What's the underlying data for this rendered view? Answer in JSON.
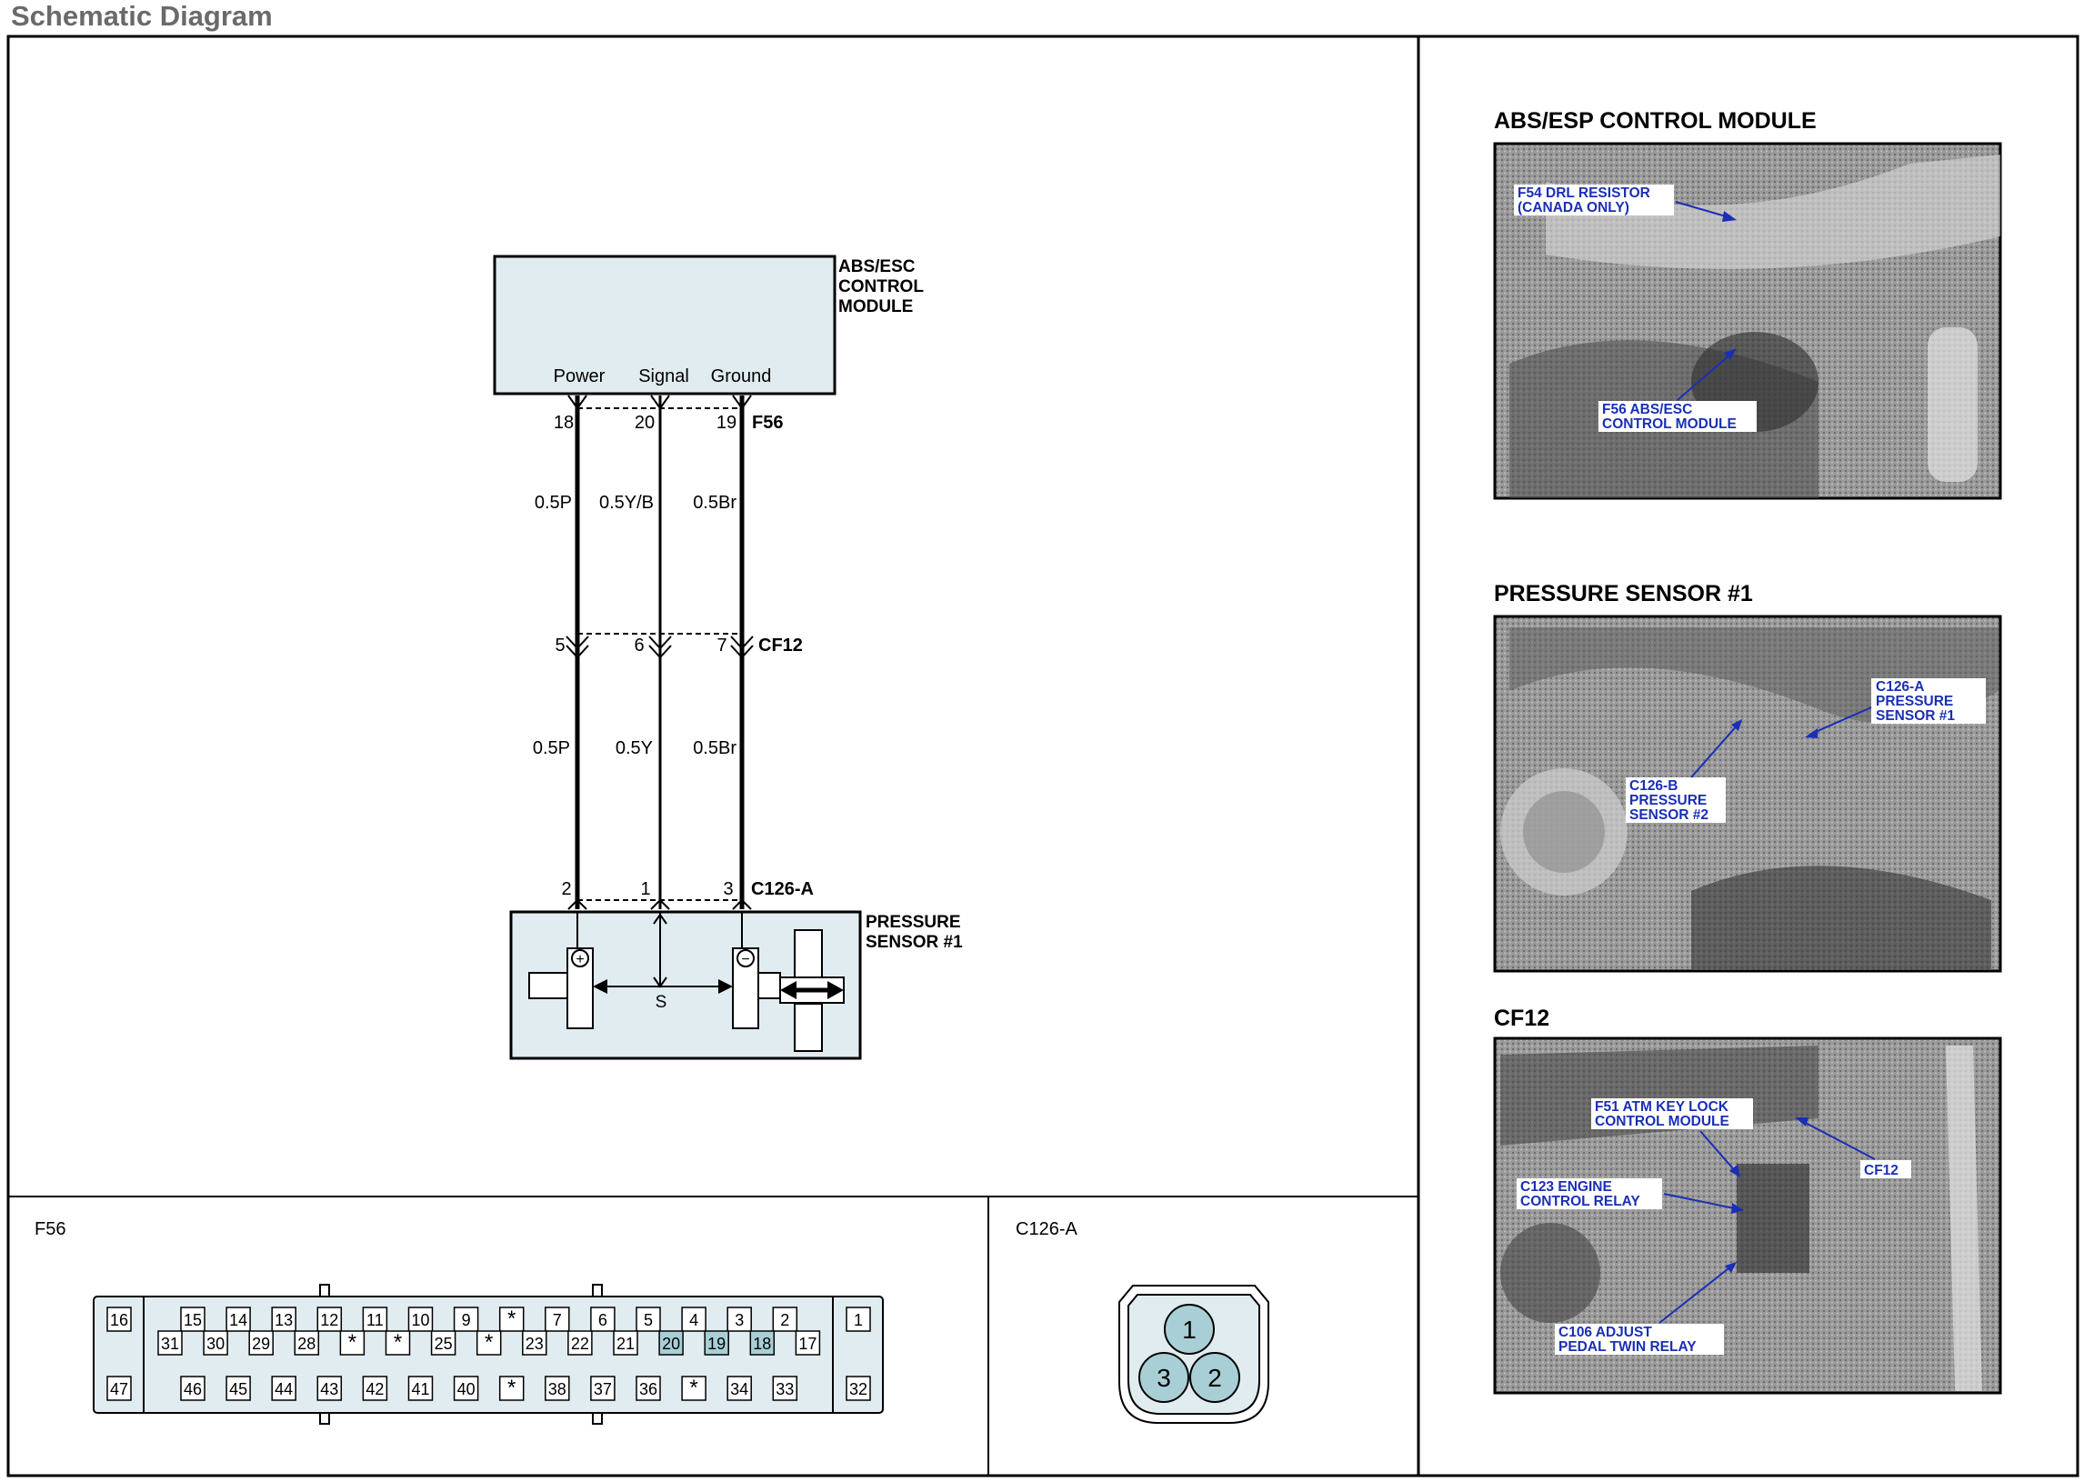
{
  "title": "Schematic Diagram",
  "module": {
    "name_lines": [
      "ABS/ESC",
      "CONTROL",
      "MODULE"
    ],
    "pins": [
      "Power",
      "Signal",
      "Ground"
    ]
  },
  "connectors": {
    "top": {
      "name": "F56",
      "pins": [
        "18",
        "20",
        "19"
      ]
    },
    "mid": {
      "name": "CF12",
      "pins": [
        "5",
        "6",
        "7"
      ]
    },
    "bottom": {
      "name": "C126-A",
      "pins": [
        "2",
        "1",
        "3"
      ]
    }
  },
  "wires": {
    "upper": [
      "0.5P",
      "0.5Y/B",
      "0.5Br"
    ],
    "lower": [
      "0.5P",
      "0.5Y",
      "0.5Br"
    ]
  },
  "sensor": {
    "name_lines": [
      "PRESSURE",
      "SENSOR #1"
    ],
    "plus": "+",
    "minus": "−",
    "signal": "S"
  },
  "f56_panel": {
    "label": "F56",
    "row1": [
      "15",
      "14",
      "13",
      "12",
      "11",
      "10",
      "9",
      "*",
      "7",
      "6",
      "5",
      "4",
      "3",
      "2"
    ],
    "row2": [
      "31",
      "30",
      "29",
      "28",
      "*",
      "*",
      "25",
      "*",
      "23",
      "22",
      "21",
      "20",
      "19",
      "18",
      "17"
    ],
    "row3": [
      "46",
      "45",
      "44",
      "43",
      "42",
      "41",
      "40",
      "*",
      "38",
      "37",
      "36",
      "*",
      "34",
      "33"
    ],
    "left_top": "16",
    "left_bottom": "47",
    "right_top": "1",
    "right_bottom": "32",
    "highlighted": [
      "20",
      "19",
      "18"
    ]
  },
  "c126_panel": {
    "label": "C126-A",
    "pins": [
      "1",
      "3",
      "2"
    ]
  },
  "photos": [
    {
      "title": "ABS/ESP CONTROL MODULE",
      "callouts": [
        {
          "lines": [
            "F54 DRL RESISTOR",
            "(CANADA ONLY)"
          ]
        },
        {
          "lines": [
            "F56 ABS/ESC",
            "CONTROL MODULE"
          ]
        }
      ]
    },
    {
      "title": "PRESSURE SENSOR #1",
      "callouts": [
        {
          "lines": [
            "C126-A",
            "PRESSURE",
            "SENSOR #1"
          ]
        },
        {
          "lines": [
            "C126-B",
            "PRESSURE",
            "SENSOR #2"
          ]
        }
      ]
    },
    {
      "title": "CF12",
      "callouts": [
        {
          "lines": [
            "F51 ATM KEY LOCK",
            "CONTROL MODULE"
          ]
        },
        {
          "lines": [
            "C123 ENGINE",
            "CONTROL RELAY"
          ]
        },
        {
          "lines": [
            "CF12"
          ]
        },
        {
          "lines": [
            "C106 ADJUST",
            "PEDAL TWIN RELAY"
          ]
        }
      ]
    }
  ],
  "colors": {
    "box_fill": "#e1ecf0",
    "pin_highlight": "#a9cfd6",
    "callout_text": "#1a2fb5"
  }
}
